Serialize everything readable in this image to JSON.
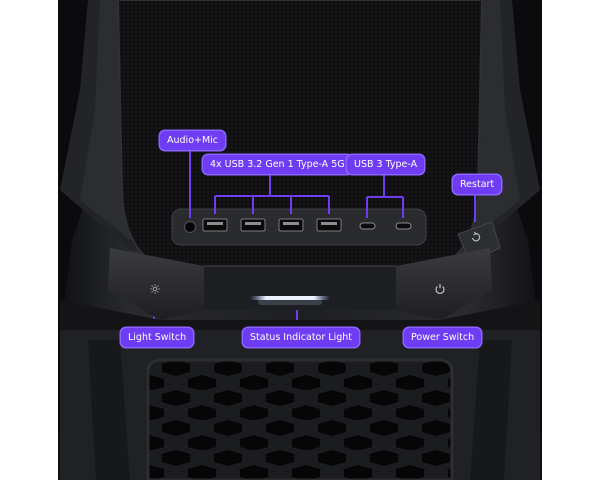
{
  "labels": {
    "audio_mic": "Audio+Mic",
    "usb_type_a": "4x USB 3.2 Gen 1 Type-A 5G",
    "usb_type_c": "USB 3 Type-A",
    "restart": "Restart",
    "light_switch": "Light Switch",
    "status_light": "Status Indicator Light",
    "power_switch": "Power Switch"
  },
  "colors": {
    "callout_fill": "#6e3df3",
    "callout_line": "#6e3df3",
    "status_light": "#e8f0ff",
    "chassis": "#1d1e21"
  },
  "icons": {
    "light": "sun-icon",
    "power": "power-icon",
    "restart": "restart-icon"
  }
}
